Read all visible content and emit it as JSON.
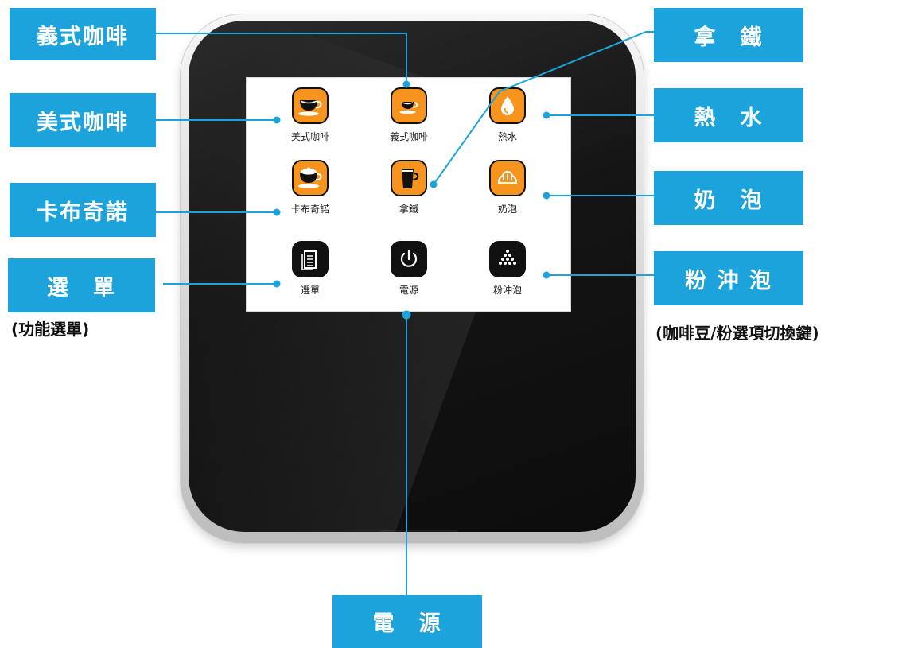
{
  "panel_buttons": [
    {
      "label": "美式咖啡",
      "icon": "americano-cup-icon",
      "style": "orange"
    },
    {
      "label": "義式咖啡",
      "icon": "espresso-cup-icon",
      "style": "orange"
    },
    {
      "label": "熱水",
      "icon": "water-drop-icon",
      "style": "orange"
    },
    {
      "label": "卡布奇諾",
      "icon": "cappuccino-cup-icon",
      "style": "orange"
    },
    {
      "label": "拿鐵",
      "icon": "latte-glass-icon",
      "style": "orange"
    },
    {
      "label": "奶泡",
      "icon": "milk-foam-icon",
      "style": "orange"
    },
    {
      "label": "選單",
      "icon": "menu-document-icon",
      "style": "black"
    },
    {
      "label": "電源",
      "icon": "power-icon",
      "style": "black"
    },
    {
      "label": "粉沖泡",
      "icon": "ground-coffee-icon",
      "style": "black"
    }
  ],
  "callouts": {
    "espresso": "義式咖啡",
    "americano": "美式咖啡",
    "cappuccino": "卡布奇諾",
    "menu": "選　單",
    "menu_note": "(功能選單)",
    "latte": "拿　鐵",
    "hot_water": "熱　水",
    "milk_foam": "奶　泡",
    "powder_brew": "粉 沖 泡",
    "powder_note": "(咖啡豆/粉選項切換鍵)",
    "power": "電　源"
  },
  "colors": {
    "accent_blue": "#1ca3dc",
    "button_orange": "#f7941d",
    "button_black": "#111111"
  }
}
